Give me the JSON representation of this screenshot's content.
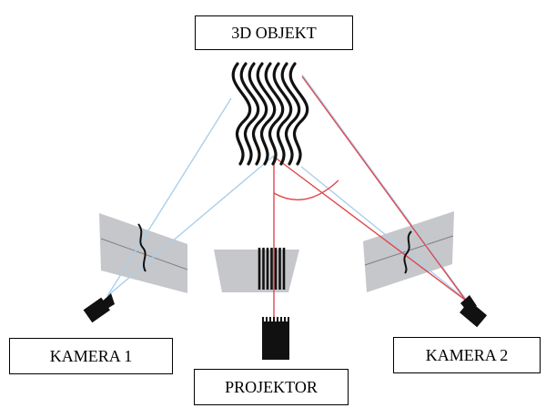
{
  "labels": {
    "object": "3D OBJEKT",
    "camera1": "KAMERA 1",
    "camera2": "KAMERA 2",
    "projector": "PROJEKTOR"
  },
  "colors": {
    "camera_rays": "#a9d0ec",
    "projector_rays": "#e0474c",
    "image_planes": "#c6c7cb",
    "devices": "#111111",
    "object_stripes": "#111111"
  }
}
